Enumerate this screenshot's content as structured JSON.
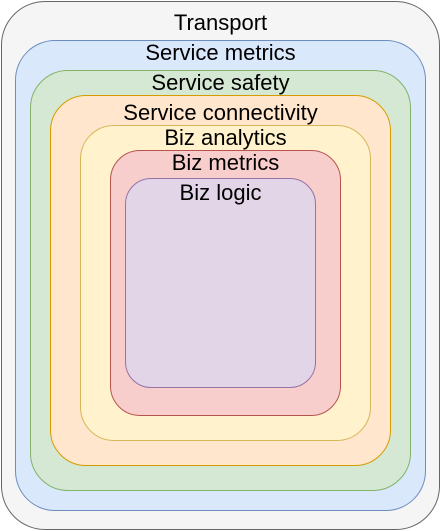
{
  "layers": [
    {
      "id": "layer-transport",
      "label": "Transport",
      "fill": "#f5f5f5",
      "stroke": "#666666"
    },
    {
      "id": "layer-svc-metrics",
      "label": "Service metrics",
      "fill": "#dae8fc",
      "stroke": "#6c8ebf"
    },
    {
      "id": "layer-svc-safety",
      "label": "Service safety",
      "fill": "#d5e8d4",
      "stroke": "#82b366"
    },
    {
      "id": "layer-svc-conn",
      "label": "Service connectivity",
      "fill": "#ffe6cc",
      "stroke": "#d79b00"
    },
    {
      "id": "layer-biz-analytics",
      "label": "Biz analytics",
      "fill": "#fff2cc",
      "stroke": "#d6b656"
    },
    {
      "id": "layer-biz-metrics",
      "label": "Biz metrics",
      "fill": "#f8cecc",
      "stroke": "#b85450"
    },
    {
      "id": "layer-biz-logic",
      "label": "Biz logic",
      "fill": "#e1d5e7",
      "stroke": "#9673a6"
    }
  ]
}
